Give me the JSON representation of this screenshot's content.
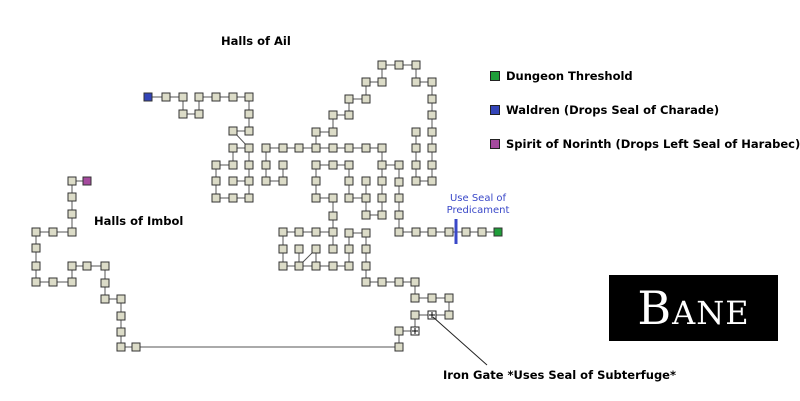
{
  "labels": {
    "halls_of_ail": "Halls of Ail",
    "halls_of_imbol": "Halls of Imbol",
    "seal_note": "Use Seal of Predicament",
    "iron_gate": "Iron Gate *Uses Seal of Subterfuge*"
  },
  "legend": [
    {
      "label": "Dungeon Threshold",
      "color": "#1f9e3a"
    },
    {
      "label": "Waldren (Drops Seal of Charade)",
      "color": "#3344b8"
    },
    {
      "label": "Spirit of Norinth (Drops Left Seal of Harabec)",
      "color": "#a54a9e"
    }
  ],
  "logo": "Bane",
  "colors": {
    "room_fill": "#dcdcc8",
    "room_border": "#333333",
    "path": "#555555",
    "seal_line": "#3a48c8"
  }
}
